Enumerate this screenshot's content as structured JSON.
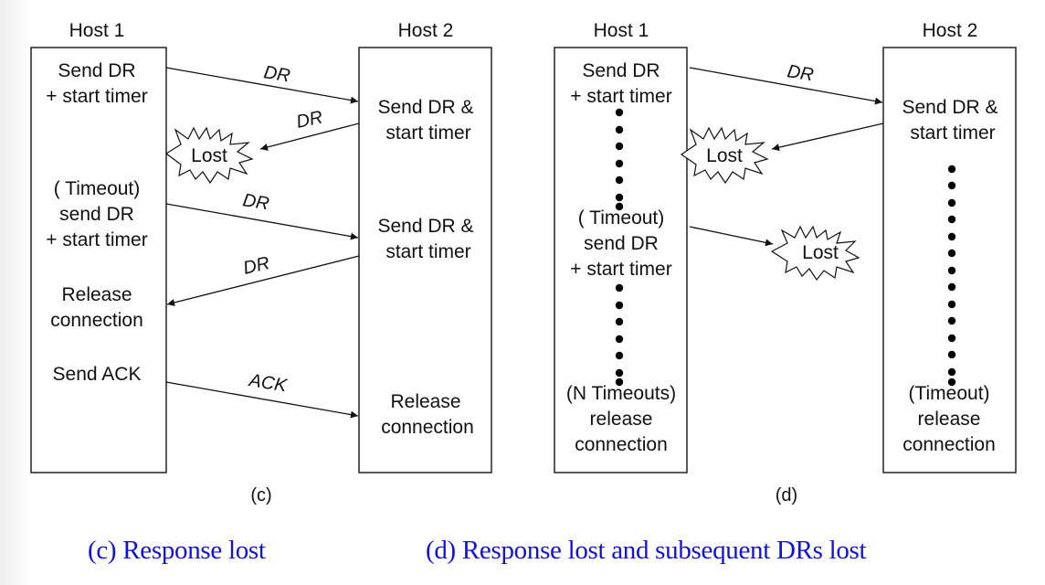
{
  "panel_c": {
    "host1_title": "Host 1",
    "host2_title": "Host 2",
    "host1_events": [
      [
        "Send DR",
        "+ start timer"
      ],
      [
        "( Timeout)",
        "send DR",
        "+ start timer"
      ],
      [
        "Release",
        "connection"
      ],
      [
        "Send ACK"
      ]
    ],
    "host2_events": [
      [
        "Send DR &",
        "start timer"
      ],
      [
        "Send DR &",
        "start timer"
      ],
      [
        "Release",
        "connection"
      ]
    ],
    "messages": [
      {
        "label": "DR",
        "direction": "host1-to-host2",
        "outcome": "delivered"
      },
      {
        "label": "DR",
        "direction": "host2-to-host1",
        "outcome": "lost"
      },
      {
        "label": "DR",
        "direction": "host1-to-host2",
        "outcome": "delivered"
      },
      {
        "label": "DR",
        "direction": "host2-to-host1",
        "outcome": "delivered"
      },
      {
        "label": "ACK",
        "direction": "host1-to-host2",
        "outcome": "delivered"
      }
    ],
    "lost_label": "Lost",
    "sublabel": "(c)"
  },
  "panel_d": {
    "host1_title": "Host 1",
    "host2_title": "Host 2",
    "host1_events": [
      [
        "Send DR",
        "+ start timer"
      ],
      [
        "( Timeout)",
        "send DR",
        "+ start timer"
      ],
      [
        "(N Timeouts)",
        "release",
        "connection"
      ]
    ],
    "host2_events": [
      [
        "Send DR &",
        "start timer"
      ],
      [
        "(Timeout)",
        "release",
        "connection"
      ]
    ],
    "messages": [
      {
        "label": "DR",
        "direction": "host1-to-host2",
        "outcome": "delivered"
      },
      {
        "label": "",
        "direction": "host2-to-host1",
        "outcome": "lost"
      },
      {
        "label": "",
        "direction": "host1-to-host2",
        "outcome": "lost"
      }
    ],
    "lost_label": "Lost",
    "sublabel": "(d)"
  },
  "captions": {
    "c": "(c) Response lost",
    "d": "(d)  Response lost and subsequent DRs lost"
  },
  "colors": {
    "caption": "#1010e0",
    "ink": "#111111"
  }
}
